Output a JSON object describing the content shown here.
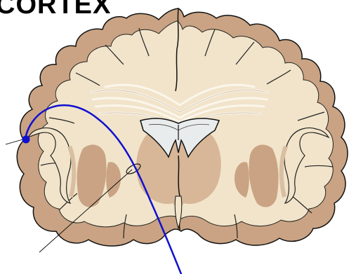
{
  "title": "CORTEX",
  "colors": {
    "cortex_gray_matter": "#c9a383",
    "white_matter": "#f1e4ca",
    "deep_nuclei": "#c9a383",
    "ventricle": "#e9ecec",
    "outline": "#111111",
    "pathway": "#1010d0",
    "corpus_callosum_fibers": "#fbf6ec"
  },
  "icons": [
    "neuron-cell-body-dot",
    "pathway-line",
    "pointer-line"
  ]
}
